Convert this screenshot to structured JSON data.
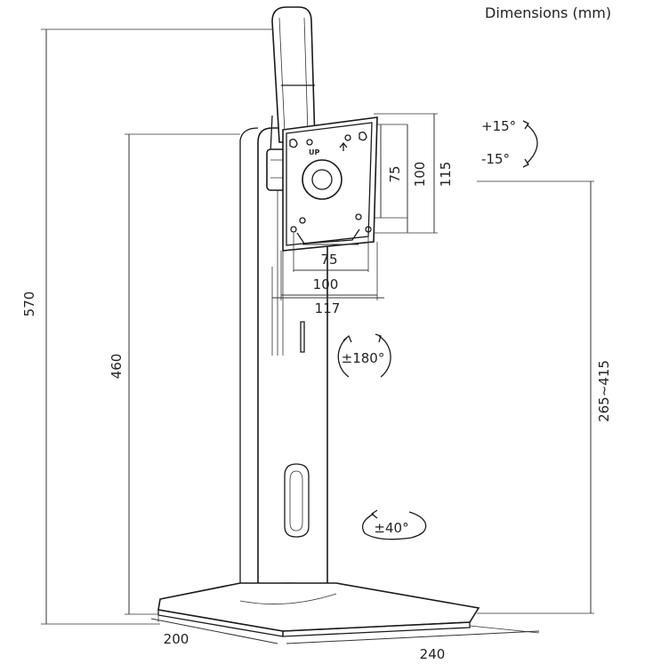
{
  "title": "Dimensions (mm)",
  "dims": {
    "total_height": "570",
    "pole_height": "460",
    "height_range": "265~415",
    "base_depth": "200",
    "base_width": "240",
    "vesa_h_75": "75",
    "vesa_h_100": "100",
    "plate_w_117": "117",
    "vesa_v_75": "75",
    "vesa_v_100": "100",
    "plate_h_115": "115"
  },
  "rotation": {
    "tilt_up": "+15°",
    "tilt_down": "-15°",
    "rotate": "±180°",
    "swivel": "±40°"
  },
  "plate_mark": "UP"
}
